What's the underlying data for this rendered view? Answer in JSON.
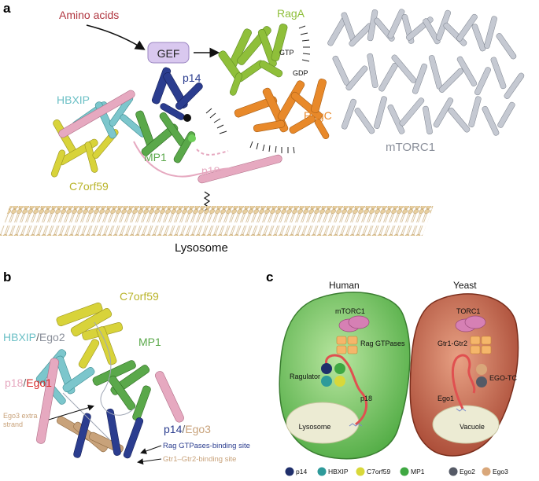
{
  "panels": {
    "a": {
      "letter": "a",
      "amino_acids": "Amino acids",
      "gef": "GEF",
      "raga": "RagA",
      "gtp": "GTP",
      "gdp": "GDP",
      "ragc": "RagC",
      "mtorc1": "mTORC1",
      "p14": "p14",
      "hbxip": "HBXIP",
      "mp1": "MP1",
      "p18": "p18",
      "c7orf59": "C7orf59",
      "lysosome": "Lysosome"
    },
    "b": {
      "letter": "b",
      "c7orf59": "C7orf59",
      "hbxip": "HBXIP",
      "slash": "/",
      "ego2": "Ego2",
      "mp1": "MP1",
      "p18": "p18",
      "ego1": "Ego1",
      "ego3_extra_line1": "Ego3 extra",
      "ego3_extra_line2": "strand",
      "p14": "p14",
      "ego3": "Ego3",
      "rag_binding": "Rag GTPases-binding site",
      "gtr_binding": "Gtr1–Gtr2-binding site"
    },
    "c": {
      "letter": "c",
      "human": "Human",
      "yeast": "Yeast",
      "mtorc1": "mTORC1",
      "rag_gtpases": "Rag GTPases",
      "ragulator": "Ragulator",
      "p18": "p18",
      "lysosome": "Lysosome",
      "torc1": "TORC1",
      "gtr": "Gtr1-Gtr2",
      "ego_tc": "EGO-TC",
      "ego1": "Ego1",
      "vacuole": "Vacuole",
      "legend": [
        {
          "label": "p14",
          "color": "#1f2f6b"
        },
        {
          "label": "HBXIP",
          "color": "#2e9a9a"
        },
        {
          "label": "C7orf59",
          "color": "#d8d83a"
        },
        {
          "label": "MP1",
          "color": "#3fa842"
        },
        {
          "label": "Ego2",
          "color": "#555a66"
        },
        {
          "label": "Ego3",
          "color": "#d9a77a"
        }
      ]
    }
  },
  "colors": {
    "p14": "#2b3d8f",
    "hbxip": "#6cc0c6",
    "c7orf59": "#c9c43a",
    "mp1": "#5aa84a",
    "p18": "#e6a9c0",
    "raga": "#8fbf3a",
    "ragc": "#e8892a",
    "mtorc1": "#8a8f9a",
    "amino": "#b0353f",
    "gef_fill": "#d9c8ef",
    "ego1": "#d62a2a",
    "ego2": "#8a8f9a",
    "ego3": "#c8a27a",
    "human_cell": "#6ec25a",
    "yeast_cell": "#b5553f"
  }
}
